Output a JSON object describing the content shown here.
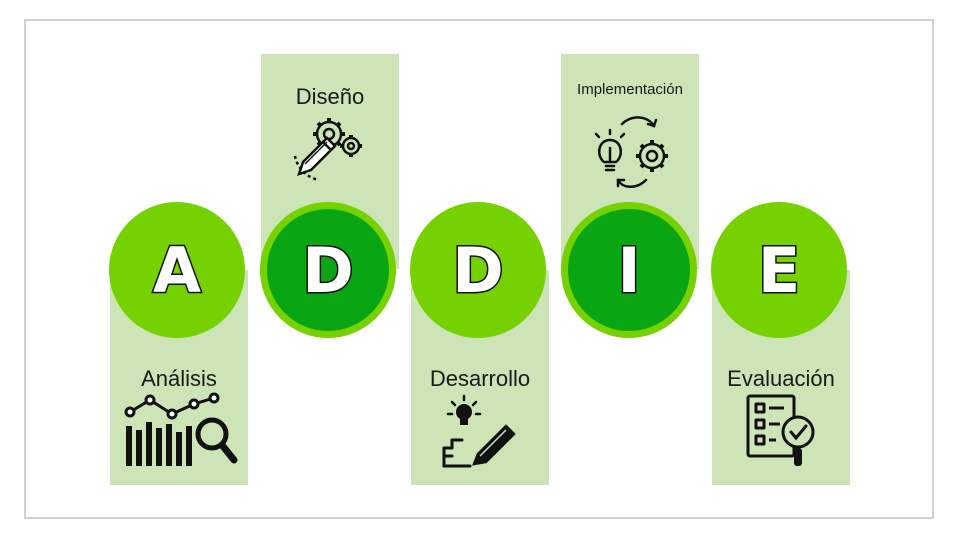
{
  "phases": [
    {
      "letter": "A",
      "label": "Análisis",
      "icon": "analytics-chart-magnifier-icon"
    },
    {
      "letter": "D",
      "label": "Diseño",
      "icon": "gears-pencil-icon"
    },
    {
      "letter": "D",
      "label": "Desarrollo",
      "icon": "lightbulb-pencil-icon"
    },
    {
      "letter": "I",
      "label": "Implementación",
      "icon": "lightbulb-gear-cycle-icon"
    },
    {
      "letter": "E",
      "label": "Evaluación",
      "icon": "checklist-magnifier-icon"
    }
  ],
  "colors": {
    "band": "#cce4b6",
    "circle_light": "#76d100",
    "circle_dark": "#0aa512",
    "border": "#d0d0d0"
  }
}
